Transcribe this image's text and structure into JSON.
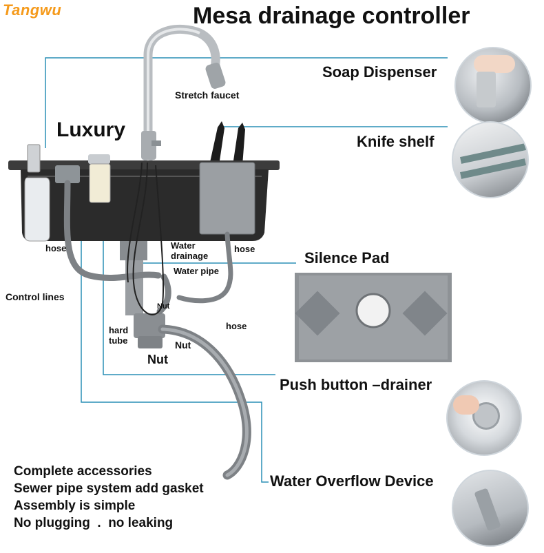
{
  "brand": "Tangwu",
  "title": "Mesa drainage controller",
  "labels": {
    "soap_dispenser": "Soap Dispenser",
    "stretch_faucet": "Stretch faucet",
    "luxury": "Luxury",
    "knife_shelf": "Knife shelf",
    "hose_left": "hose",
    "water_drainage": "Water drainage",
    "hose_right": "hose",
    "silence_pad": "Silence Pad",
    "water_pipe": "Water pipe",
    "control_lines": "Control lines",
    "nut_small": "Nut",
    "hard_tube": "hard tube",
    "hose_lower": "hose",
    "nut_mid": "Nut",
    "nut_big": "Nut",
    "push_button_drainer": "Push button –drainer",
    "water_overflow_device": "Water Overflow Device"
  },
  "accessories": [
    "Complete accessories",
    "Sewer pipe system add gasket",
    "Assembly is simple",
    "No plugging  .  no leaking"
  ],
  "colors": {
    "brand": "#f59a1b",
    "leader_line": "#2a8fb5",
    "sink_body": "#2b2b2b",
    "hose": "#7d8185",
    "pad": "#8e9296"
  }
}
